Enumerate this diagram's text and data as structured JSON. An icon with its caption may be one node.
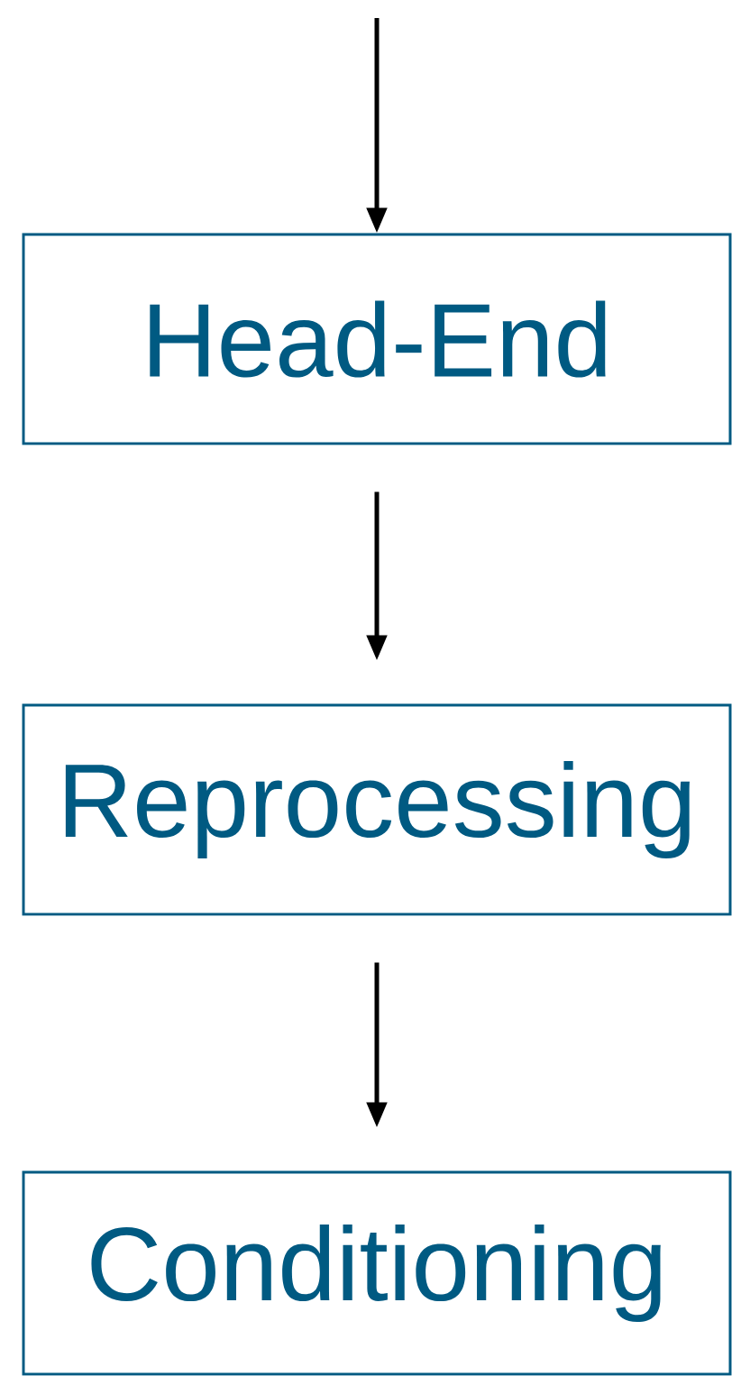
{
  "diagram": {
    "nodes": [
      {
        "text": [
          "Head-End"
        ]
      },
      {
        "text": [
          "Reprocessing"
        ]
      },
      {
        "text": [
          "Conditioning"
        ]
      }
    ],
    "edges": [
      {
        "from": null,
        "to": 0,
        "arrow": "to"
      },
      {
        "from": 0,
        "to": 1,
        "arrow": "to"
      },
      {
        "from": 1,
        "to": 2,
        "arrow": "to"
      }
    ]
  }
}
